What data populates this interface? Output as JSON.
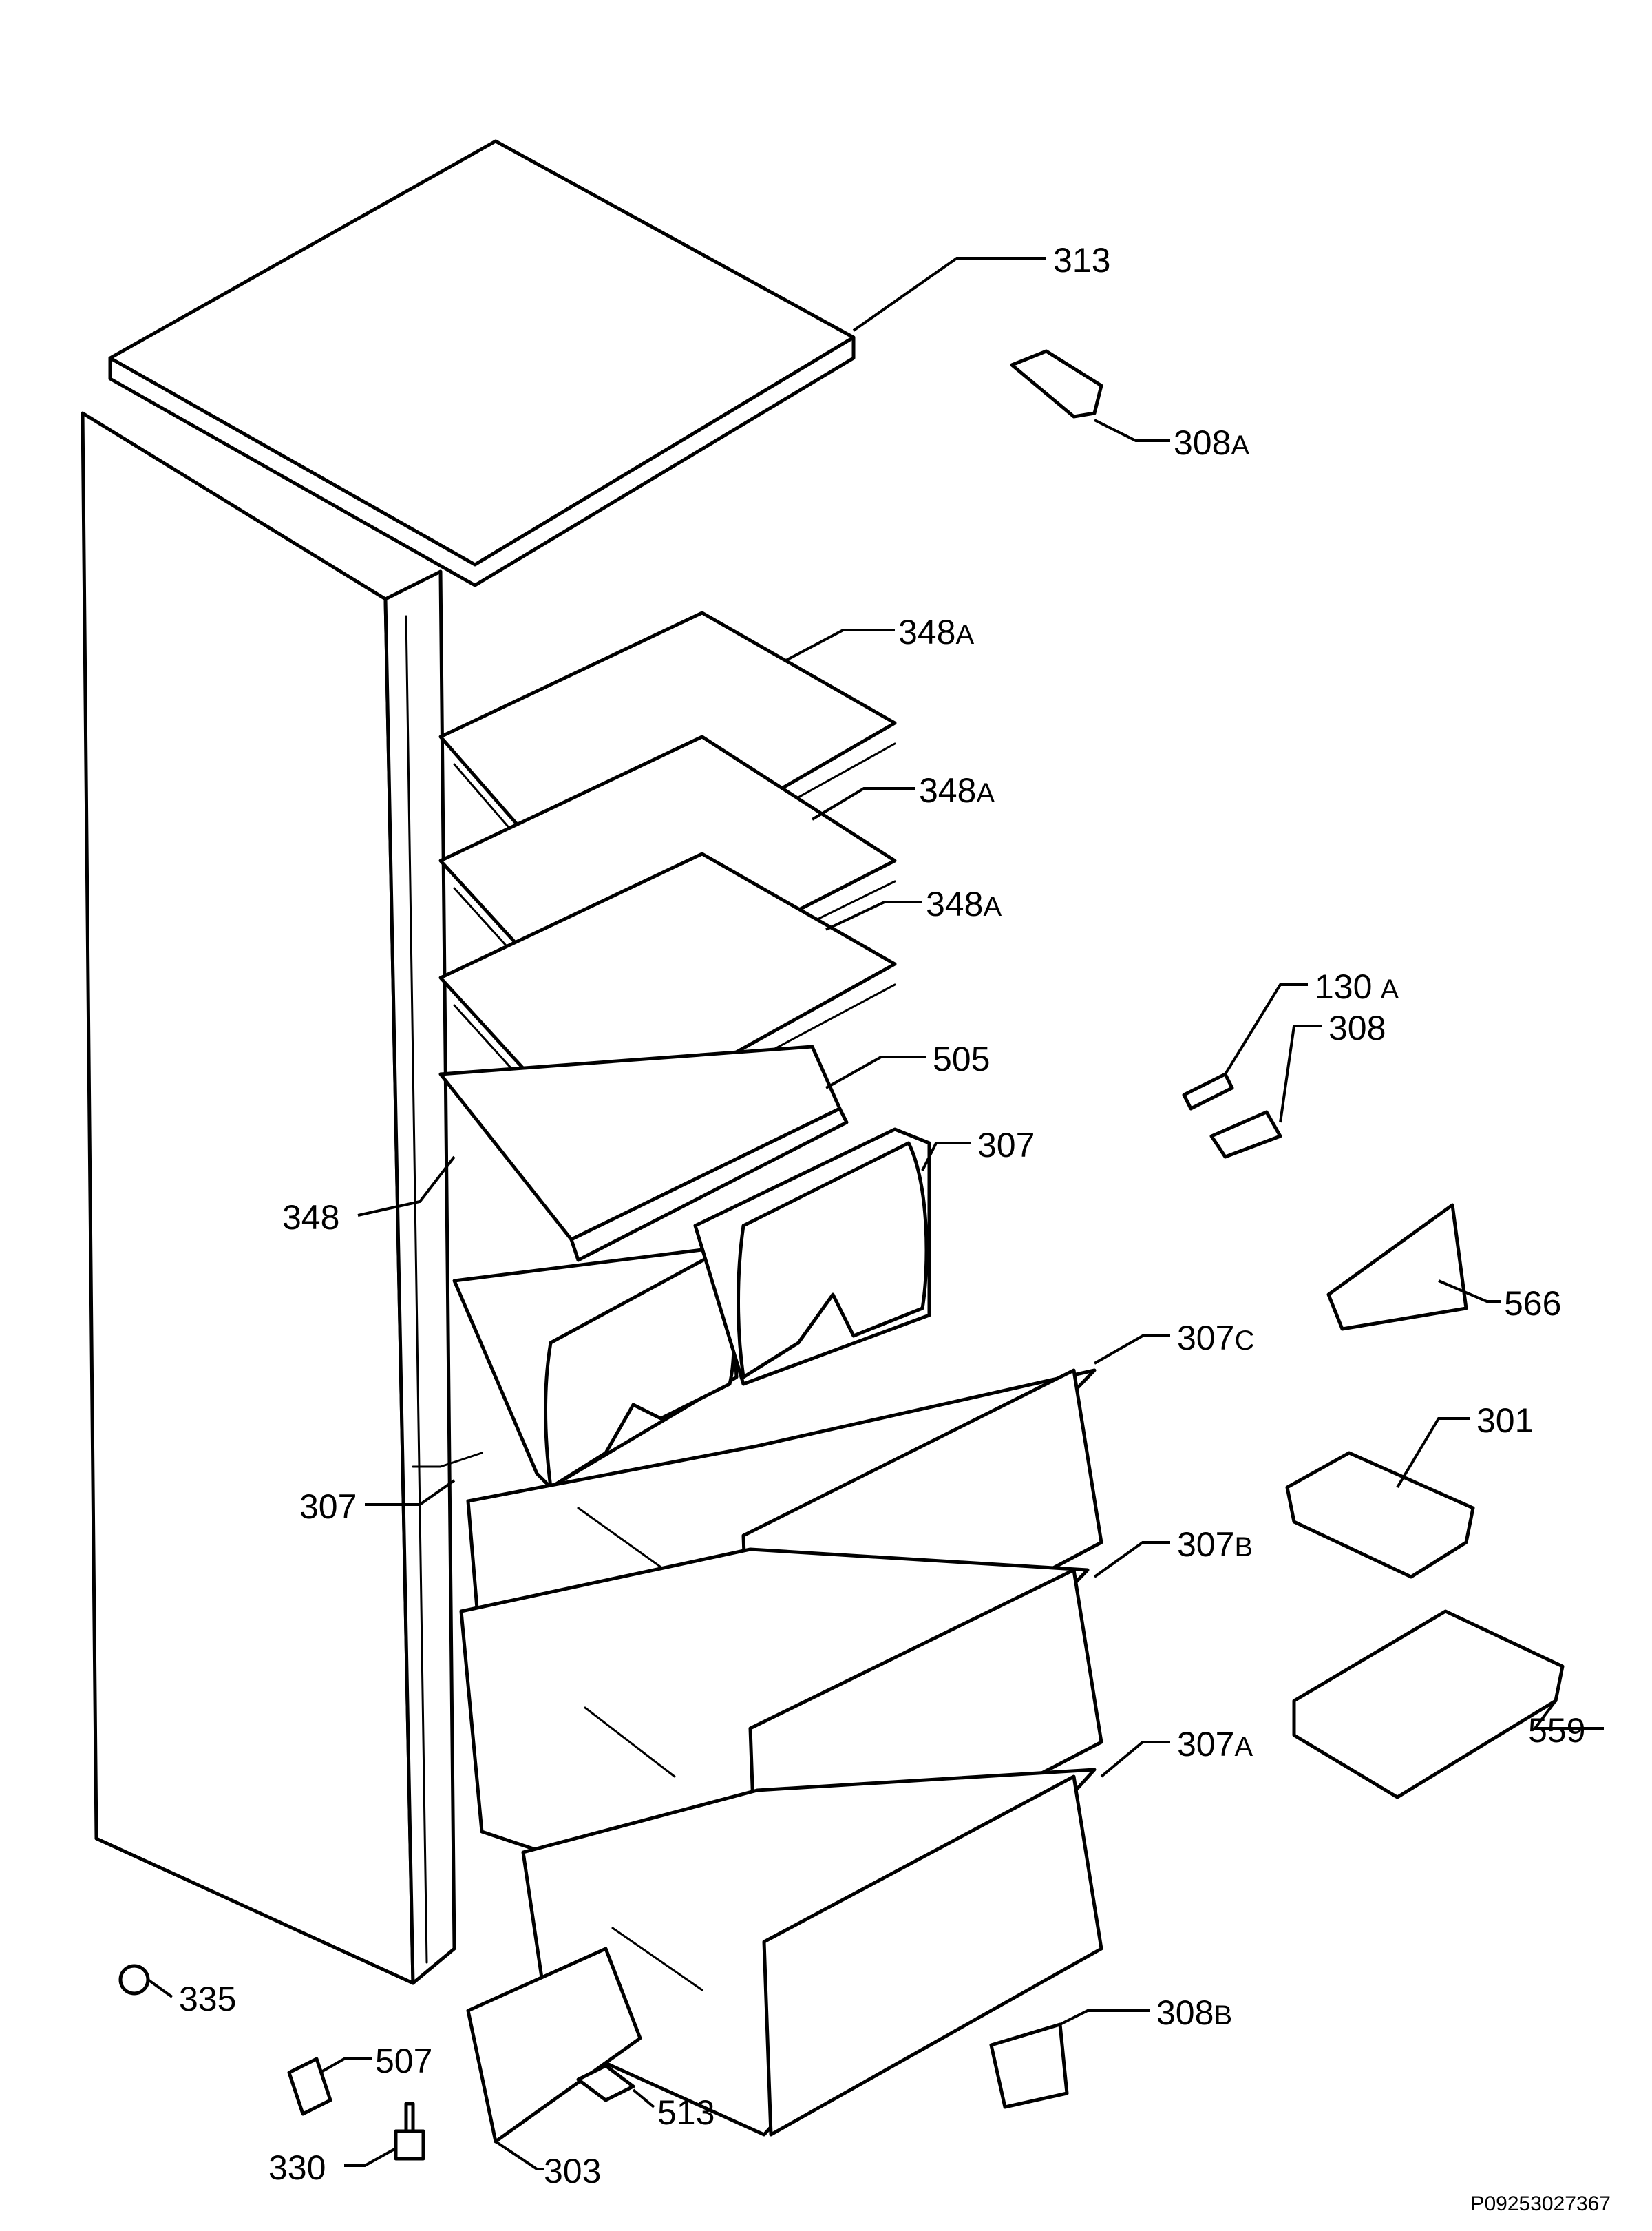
{
  "labels": {
    "l313": {
      "num": "313",
      "suf": ""
    },
    "l308a": {
      "num": "308",
      "suf": "A"
    },
    "l348a_1": {
      "num": "348",
      "suf": "A"
    },
    "l348a_2": {
      "num": "348",
      "suf": "A"
    },
    "l348a_3": {
      "num": "348",
      "suf": "A"
    },
    "l130a": {
      "num": "130",
      "suf": "A"
    },
    "l308": {
      "num": "308",
      "suf": ""
    },
    "l505": {
      "num": "505",
      "suf": ""
    },
    "l307_right": {
      "num": "307",
      "suf": ""
    },
    "l348": {
      "num": "348",
      "suf": ""
    },
    "l566": {
      "num": "566",
      "suf": ""
    },
    "l307c": {
      "num": "307",
      "suf": "C"
    },
    "l301": {
      "num": "301",
      "suf": ""
    },
    "l307_left": {
      "num": "307",
      "suf": ""
    },
    "l307b": {
      "num": "307",
      "suf": "B"
    },
    "l559": {
      "num": "559",
      "suf": ""
    },
    "l307a": {
      "num": "307",
      "suf": "A"
    },
    "l335": {
      "num": "335",
      "suf": ""
    },
    "l308b": {
      "num": "308",
      "suf": "B"
    },
    "l507": {
      "num": "507",
      "suf": ""
    },
    "l513": {
      "num": "513",
      "suf": ""
    },
    "l330": {
      "num": "330",
      "suf": ""
    },
    "l303": {
      "num": "303",
      "suf": ""
    }
  },
  "doc_id": "P09253027367"
}
